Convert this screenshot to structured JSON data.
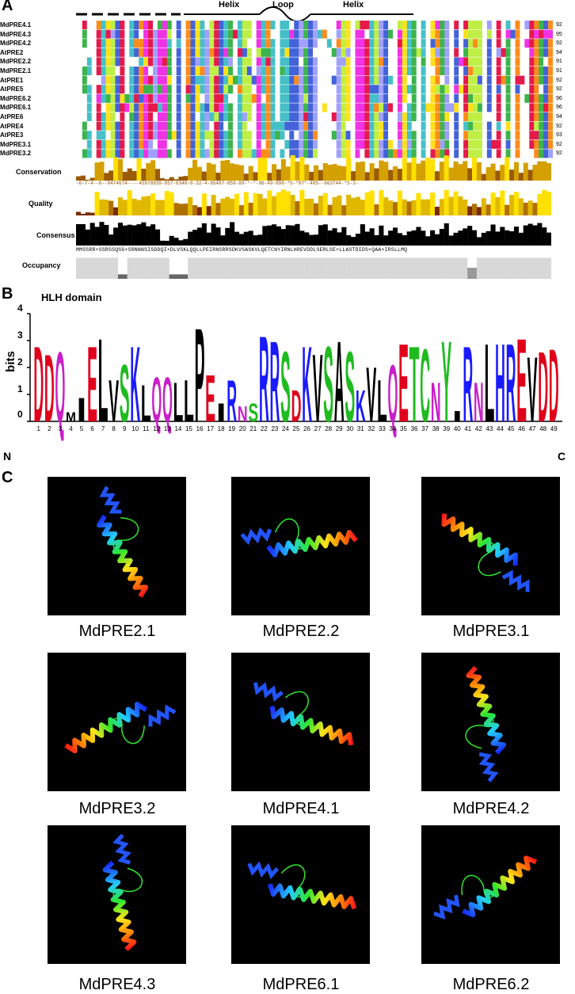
{
  "panels": {
    "a": "A",
    "b": "B",
    "c": "C"
  },
  "panelA": {
    "secondary": {
      "helix1": "Helix",
      "loop": "Loop",
      "helix2": "Helix"
    },
    "sequences": [
      {
        "name": "MdPRE4.1",
        "len": "92"
      },
      {
        "name": "MdPRE4.3",
        "len": "95"
      },
      {
        "name": "MdPRE4.2",
        "len": "92"
      },
      {
        "name": "AtPRE2",
        "len": "94"
      },
      {
        "name": "MdPRE2.2",
        "len": "91"
      },
      {
        "name": "MdPRE2.1",
        "len": "91"
      },
      {
        "name": "AtPRE1",
        "len": "92"
      },
      {
        "name": "AtPRE5",
        "len": "92"
      },
      {
        "name": "MdPRE6.2",
        "len": "96"
      },
      {
        "name": "MdPRE6.1",
        "len": "96"
      },
      {
        "name": "AtPRE6",
        "len": "94"
      },
      {
        "name": "AtPRE4",
        "len": "92"
      },
      {
        "name": "AtPRE3",
        "len": "93"
      },
      {
        "name": "MdPRE3.1",
        "len": "92"
      },
      {
        "name": "MdPRE3.2",
        "len": "92"
      }
    ],
    "tracks": {
      "conservation": "Conservation",
      "quality": "Quality",
      "consensus": "Consensus",
      "occupancy": "Occupancy"
    },
    "consensus_sequence": "MMSSRR+SSRSSQSG+SRNNNSISDDQI+DLVSKLQQLLPEIRNSRRSDKVSASKVLQETCNYIRNLHREVDDLSERLSE+LLASTDIDS+QAA+IRSLLMQ",
    "conservation_scores": "-6-7-4--6--0474674----45978939-857-6348-8-32-4-95487-859-89-*-*-96-49-898-*5-*87*-485--663744-*5-3-"
  },
  "panelB": {
    "title": "HLH domain",
    "ylabel": "bits",
    "yticks": [
      "0",
      "1",
      "2",
      "3",
      "4"
    ],
    "n_term": "N",
    "c_term": "C",
    "positions": [
      "1",
      "2",
      "3",
      "4",
      "5",
      "6",
      "7",
      "8",
      "9",
      "10",
      "11",
      "12",
      "13",
      "14",
      "15",
      "16",
      "17",
      "18",
      "19",
      "20",
      "21",
      "22",
      "23",
      "24",
      "25",
      "26",
      "27",
      "28",
      "29",
      "30",
      "31",
      "32",
      "33",
      "34",
      "35",
      "36",
      "37",
      "38",
      "39",
      "40",
      "41",
      "42",
      "43",
      "44",
      "45",
      "46",
      "47",
      "48",
      "49"
    ],
    "logo_letters": [
      "D",
      "D",
      "Q",
      "M",
      "I",
      "E",
      "L",
      "V",
      "S",
      "K",
      "L",
      "Q",
      "Q",
      "L",
      "L",
      "P",
      "E",
      "I",
      "R",
      "N",
      "S",
      "R",
      "R",
      "S",
      "D",
      "K",
      "V",
      "S",
      "A",
      "S",
      "K",
      "V",
      "L",
      "Q",
      "E",
      "T",
      "C",
      "N",
      "Y",
      "I",
      "R",
      "N",
      "L",
      "H",
      "R",
      "E",
      "V",
      "D",
      "D"
    ]
  },
  "panelC": {
    "structures": [
      {
        "label": "MdPRE2.1"
      },
      {
        "label": "MdPRE2.2"
      },
      {
        "label": "MdPRE3.1"
      },
      {
        "label": "MdPRE3.2"
      },
      {
        "label": "MdPRE4.1"
      },
      {
        "label": "MdPRE4.2"
      },
      {
        "label": "MdPRE4.3"
      },
      {
        "label": "MdPRE6.1"
      },
      {
        "label": "MdPRE6.2"
      }
    ]
  }
}
